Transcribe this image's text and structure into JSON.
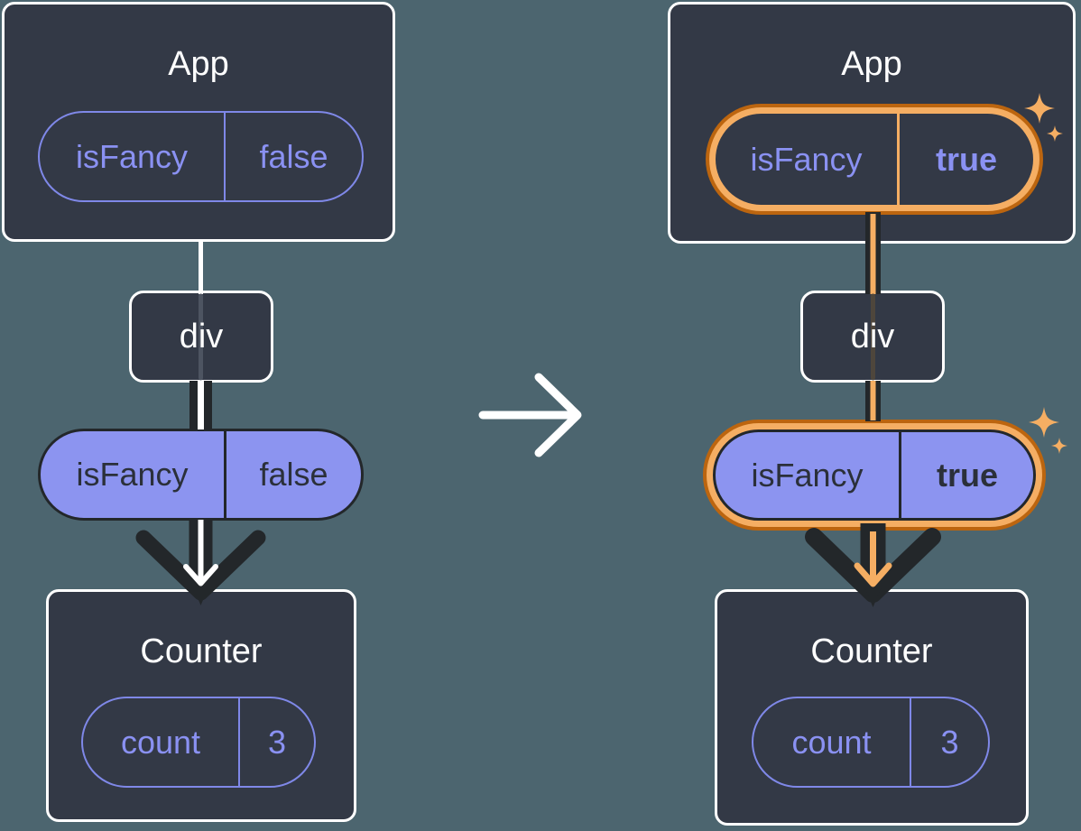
{
  "colors": {
    "background": "#4C656F",
    "card_fill": "#333946",
    "card_border": "#FFFFFF",
    "purple_text": "#8A91F2",
    "purple_fill": "#8C94F0",
    "dark_ink": "#23272A",
    "highlight_orange": "#F5AE63",
    "highlight_orange_dark": "#BC650F"
  },
  "icons": {
    "transition_arrow": "→",
    "sparkle": "✦"
  },
  "left": {
    "app_title": "App",
    "app_prop": {
      "name": "isFancy",
      "value": "false"
    },
    "div_label": "div",
    "passed_prop": {
      "name": "isFancy",
      "value": "false"
    },
    "counter_title": "Counter",
    "count_state": {
      "name": "count",
      "value": "3"
    }
  },
  "right": {
    "app_title": "App",
    "app_prop": {
      "name": "isFancy",
      "value": "true"
    },
    "div_label": "div",
    "passed_prop": {
      "name": "isFancy",
      "value": "true"
    },
    "counter_title": "Counter",
    "count_state": {
      "name": "count",
      "value": "3"
    }
  }
}
